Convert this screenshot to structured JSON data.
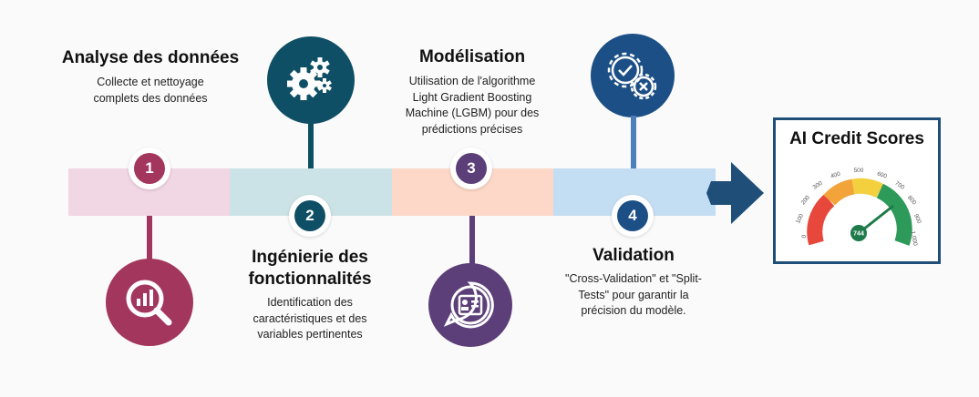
{
  "steps": [
    {
      "number": "1",
      "title": "Analyse des données",
      "description": [
        "Collecte et nettoyage",
        "complets des données"
      ],
      "icon": "analytics-search-icon"
    },
    {
      "number": "2",
      "title": [
        "Ingénierie des",
        "fonctionnalités"
      ],
      "description": [
        "Identification des",
        "caractéristiques et des",
        "variables pertinentes"
      ],
      "icon": "gears-icon"
    },
    {
      "number": "3",
      "title": "Modélisation",
      "description": [
        "Utilisation de l'algorithme",
        "Light Gradient Boosting",
        "Machine (LGBM) pour des",
        "prédictions précises"
      ],
      "icon": "profile-list-icon"
    },
    {
      "number": "4",
      "title": "Validation",
      "description": [
        "\"Cross-Validation\" et \"Split-",
        "Tests\" pour garantir la",
        "précision du modèle."
      ],
      "icon": "check-cross-gears-icon"
    }
  ],
  "result": {
    "title": "AI Credit Scores",
    "score": "744",
    "ticks": [
      "0",
      "100",
      "200",
      "300",
      "400",
      "500",
      "600",
      "700",
      "800",
      "900",
      "1,000"
    ],
    "colors": {
      "red": "#e8483c",
      "orange": "#f2a33a",
      "yellow": "#f4d03f",
      "green": "#2e9a5a",
      "navy": "#1f4e79"
    }
  },
  "colors": {
    "step1": "#a3365c",
    "step2": "#0f4f66",
    "step3": "#5c3f78",
    "step4": "#1c4f86",
    "band1": "#f1d6e3",
    "band2": "#cbe3e6",
    "band3": "#fdd8c8",
    "band4": "#c3ddf2"
  }
}
